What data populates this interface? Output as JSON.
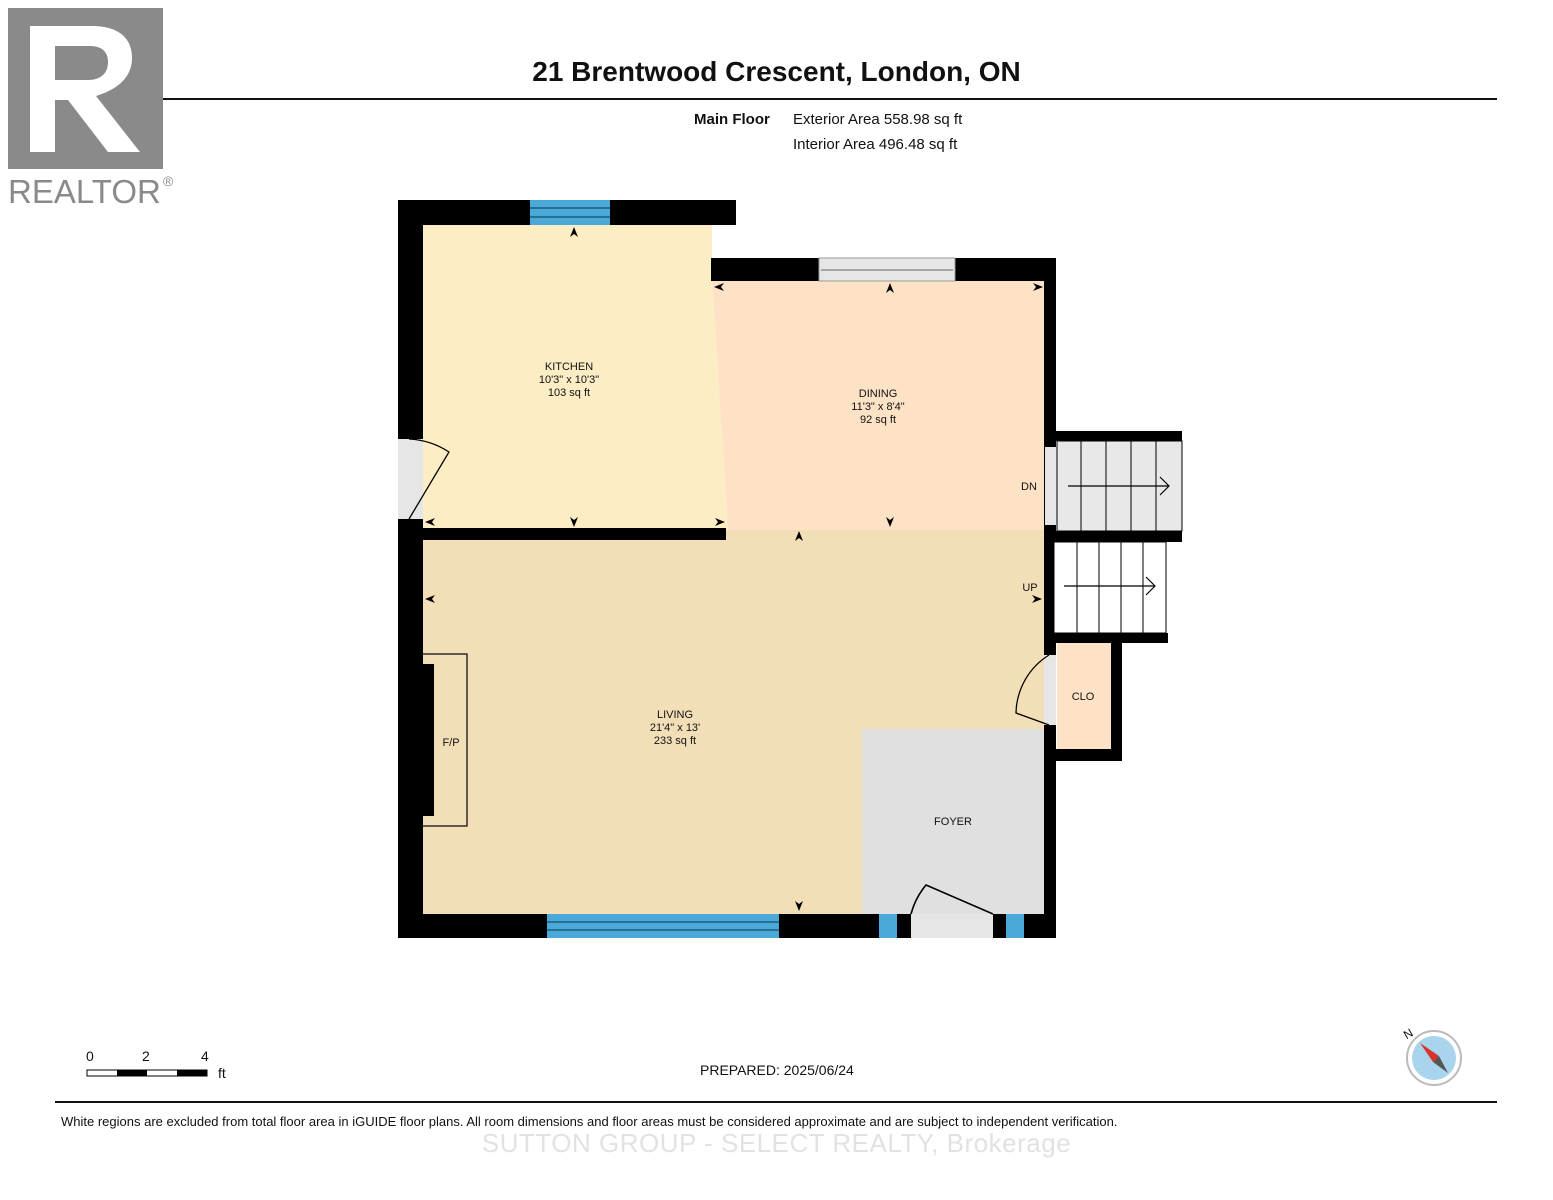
{
  "header": {
    "title": "21 Brentwood Crescent, London, ON",
    "floor_label": "Main Floor",
    "exterior_area": "Exterior Area 558.98 sq ft",
    "interior_area": "Interior Area 496.48 sq ft"
  },
  "logo": {
    "text": "REALTOR",
    "mark": "®",
    "color": "#8a8a8a"
  },
  "rooms": {
    "kitchen": {
      "name": "KITCHEN",
      "dims": "10'3\" x 10'3\"",
      "area": "103 sq ft"
    },
    "dining": {
      "name": "DINING",
      "dims": "11'3\" x 8'4\"",
      "area": "92 sq ft"
    },
    "living": {
      "name": "LIVING",
      "dims": "21'4\" x 13'",
      "area": "233 sq ft"
    },
    "foyer": {
      "name": "FOYER"
    },
    "closet": {
      "name": "CLO"
    },
    "fireplace": {
      "name": "F/P"
    }
  },
  "stairs": {
    "down": "DN",
    "up": "UP"
  },
  "scale": {
    "ticks": [
      "0",
      "2",
      "4"
    ],
    "unit": "ft"
  },
  "compass": {
    "north": "N",
    "icon": "compass-icon"
  },
  "footer": {
    "prepared": "PREPARED: 2025/06/24",
    "disclaimer": "White regions are excluded from total floor area in iGUIDE floor plans. All room dimensions and floor areas must be considered approximate and are subject to independent verification.",
    "brokerage": "SUTTON GROUP - SELECT REALTY, Brokerage"
  },
  "colors": {
    "kitchen": "#fcedc5",
    "dining": "#fde2c6",
    "living": "#f2dfb8",
    "foyer": "#e0e0e0",
    "closet": "#fde2c6",
    "wall": "#000000",
    "window": "#4aa9d8"
  }
}
